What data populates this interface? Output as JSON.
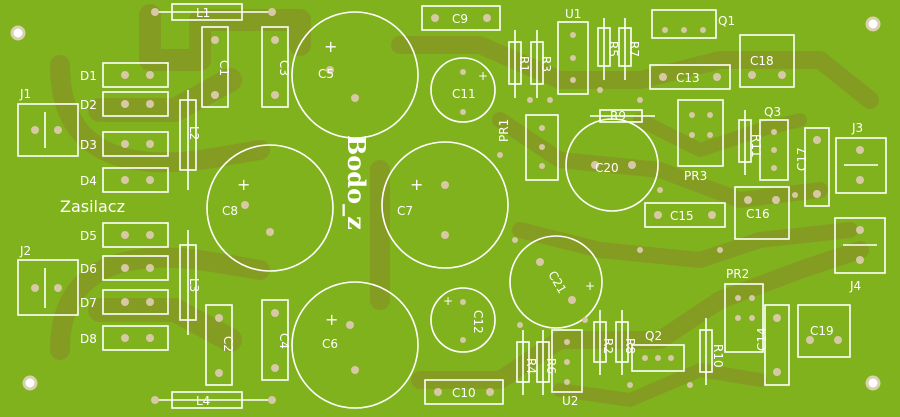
{
  "board": {
    "title": "Bodo_z",
    "section_label": "Zasilacz",
    "colors": {
      "board": "#7fb21c",
      "silkscreen": "#ffffff",
      "trace": "#8a8a2a",
      "pad": "#d7c8a6"
    }
  },
  "labels": {
    "L1": "L1",
    "L2": "L2",
    "L3": "L3",
    "L4": "L4",
    "C1": "C1",
    "C2": "C2",
    "C3": "C3",
    "C4": "C4",
    "C5": "C5",
    "C6": "C6",
    "C7": "C7",
    "C8": "C8",
    "C9": "C9",
    "C10": "C10",
    "C11": "C11",
    "C12": "C12",
    "C13": "C13",
    "C14": "C14",
    "C15": "C15",
    "C16": "C16",
    "C17": "C17",
    "C18": "C18",
    "C19": "C19",
    "C20": "C20",
    "C21": "C21",
    "D1": "D1",
    "D2": "D2",
    "D3": "D3",
    "D4": "D4",
    "D5": "D5",
    "D6": "D6",
    "D7": "D7",
    "D8": "D8",
    "J1": "J1",
    "J2": "J2",
    "J3": "J3",
    "J4": "J4",
    "U1": "U1",
    "U2": "U2",
    "Q1": "Q1",
    "Q2": "Q2",
    "Q3": "Q3",
    "R1": "R1",
    "R2": "R2",
    "R3": "R3",
    "R4": "R4",
    "R5": "R5",
    "R6": "R6",
    "R7": "R7",
    "R8": "R8",
    "R9": "R9",
    "R10": "R10",
    "R11": "R11",
    "PR1": "PR1",
    "PR2": "PR2",
    "PR3": "PR3",
    "plus": "+"
  }
}
